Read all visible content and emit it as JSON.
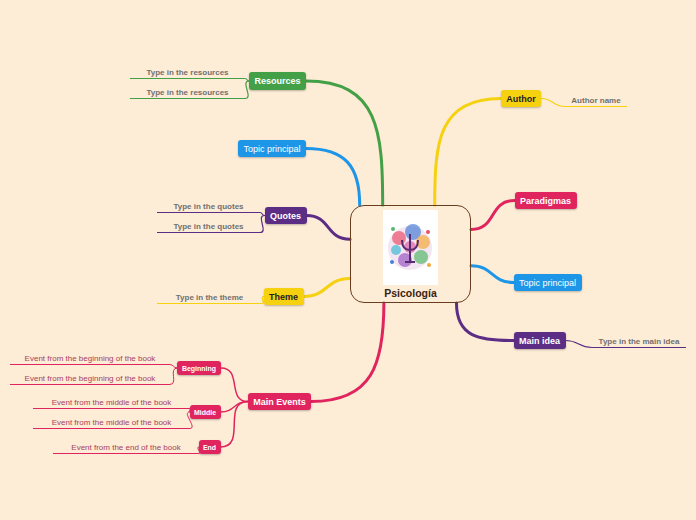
{
  "diagram": {
    "nodes": [
      {
        "text": [
          "Psicología"
        ]
      },
      {
        "text": [
          "Resources"
        ]
      },
      {
        "text": [
          "Type in the resources"
        ]
      },
      {
        "text": [
          "Type in the resources"
        ]
      },
      {
        "text": [
          "Author"
        ]
      },
      {
        "text": [
          "Author name"
        ]
      },
      {
        "text": [
          "Topic principal"
        ]
      },
      {
        "text": [
          "Paradigmas"
        ]
      },
      {
        "text": [
          "Quotes"
        ]
      },
      {
        "text": [
          "Type in the quotes"
        ]
      },
      {
        "text": [
          "Type in the quotes"
        ]
      },
      {
        "text": [
          "Topic principal"
        ]
      },
      {
        "text": [
          "Theme"
        ]
      },
      {
        "text": [
          "Type in the theme"
        ]
      },
      {
        "text": [
          "Main idea"
        ]
      },
      {
        "text": [
          "Type in the main idea"
        ]
      },
      {
        "text": [
          "Main Events"
        ]
      },
      {
        "text": [
          "Beginning"
        ]
      },
      {
        "text": [
          "Event from the beginning of the book"
        ]
      },
      {
        "text": [
          "Event from the beginning of the book"
        ]
      },
      {
        "text": [
          "Middle"
        ]
      },
      {
        "text": [
          "Event from the middle of the book"
        ]
      },
      {
        "text": [
          "Event from the middle of the book"
        ]
      },
      {
        "text": [
          "End"
        ]
      },
      {
        "text": [
          "Event from the end of the book"
        ]
      }
    ],
    "edges": [
      {
        "from": 0,
        "to": 1,
        "arrow": "none"
      },
      {
        "from": 0,
        "to": 4,
        "arrow": "none"
      },
      {
        "from": 0,
        "to": 6,
        "arrow": "none"
      },
      {
        "from": 0,
        "to": 7,
        "arrow": "none"
      },
      {
        "from": 0,
        "to": 8,
        "arrow": "none"
      },
      {
        "from": 0,
        "to": 11,
        "arrow": "none"
      },
      {
        "from": 0,
        "to": 12,
        "arrow": "none"
      },
      {
        "from": 0,
        "to": 14,
        "arrow": "none"
      },
      {
        "from": 0,
        "to": 16,
        "arrow": "none"
      },
      {
        "from": 1,
        "to": 2,
        "arrow": "none"
      },
      {
        "from": 1,
        "to": 3,
        "arrow": "none"
      },
      {
        "from": 4,
        "to": 5,
        "arrow": "none"
      },
      {
        "from": 8,
        "to": 9,
        "arrow": "none"
      },
      {
        "from": 8,
        "to": 10,
        "arrow": "none"
      },
      {
        "from": 12,
        "to": 13,
        "arrow": "none"
      },
      {
        "from": 14,
        "to": 15,
        "arrow": "none"
      },
      {
        "from": 16,
        "to": 17,
        "arrow": "none"
      },
      {
        "from": 16,
        "to": 20,
        "arrow": "none"
      },
      {
        "from": 16,
        "to": 23,
        "arrow": "none"
      },
      {
        "from": 17,
        "to": 18,
        "arrow": "none"
      },
      {
        "from": 17,
        "to": 19,
        "arrow": "none"
      },
      {
        "from": 20,
        "to": 21,
        "arrow": "none"
      },
      {
        "from": 20,
        "to": 22,
        "arrow": "none"
      },
      {
        "from": 23,
        "to": 24,
        "arrow": "none"
      }
    ]
  }
}
